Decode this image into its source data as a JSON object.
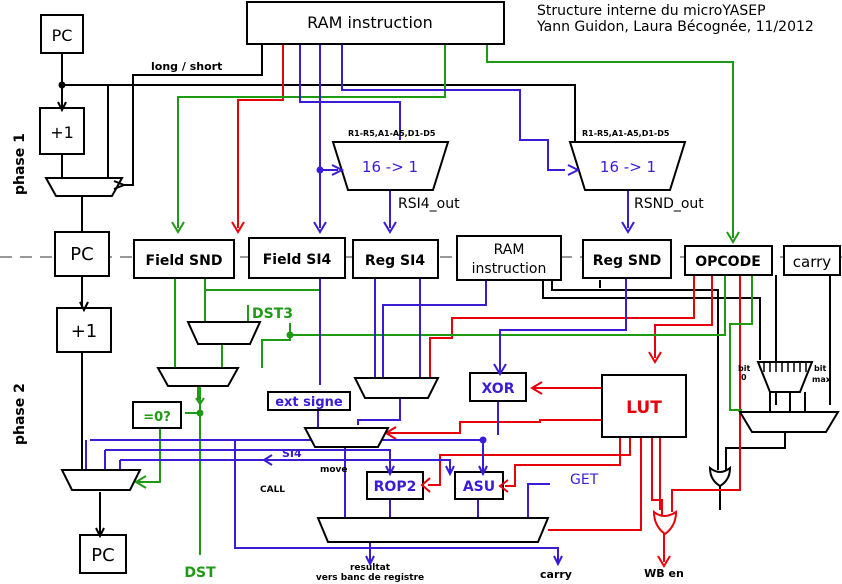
{
  "header": {
    "title_line1": "Structure interne du microYASEP",
    "title_line2": "Yann Guidon, Laura Bécognée, 11/2012"
  },
  "phases": {
    "phase1": "phase 1",
    "phase2": "phase 2"
  },
  "blocks": {
    "pc_top": "PC",
    "plus1_top": "+1",
    "pc_mid": "PC",
    "plus1_mid": "+1",
    "pc_bottom": "PC",
    "ram_instruction_top": "RAM instruction",
    "field_snd": "Field SND",
    "field_si4": "Field SI4",
    "reg_si4": "Reg SI4",
    "ram_instruction_mid_1": "RAM",
    "ram_instruction_mid_2": "instruction",
    "reg_snd": "Reg SND",
    "opcode": "OPCODE",
    "carry_block": "carry",
    "xor": "XOR",
    "lut": "LUT",
    "ext_signe": "ext signe",
    "eq0": "=0?",
    "rop2": "ROP2",
    "asu": "ASU"
  },
  "muxes": {
    "mux_left_label": "16 -> 1",
    "mux_right_label": "16 -> 1",
    "mux_left_inputs": "R1-R5,A1-A5,D1-D5",
    "mux_right_inputs": "R1-R5,A1-A5,D1-D5"
  },
  "labels": {
    "long_short": "long / short",
    "rsi4_out": "RSI4_out",
    "rsnd_out": "RSND_out",
    "dst3": "DST3",
    "si4": "SI4",
    "move": "move",
    "call": "CALL",
    "get": "GET",
    "bit0_a": "bit",
    "bit0_b": "0",
    "bitmax_a": "bit",
    "bitmax_b": "max",
    "dst": "DST",
    "resultat_1": "resultat",
    "resultat_2": "vers banc de registre",
    "carry_out": "carry",
    "wb_en": "WB en"
  },
  "colors": {
    "red": "#e8000b",
    "green": "#1f9a15",
    "blue": "#3b1cd6",
    "dashed_line": "#999999"
  }
}
